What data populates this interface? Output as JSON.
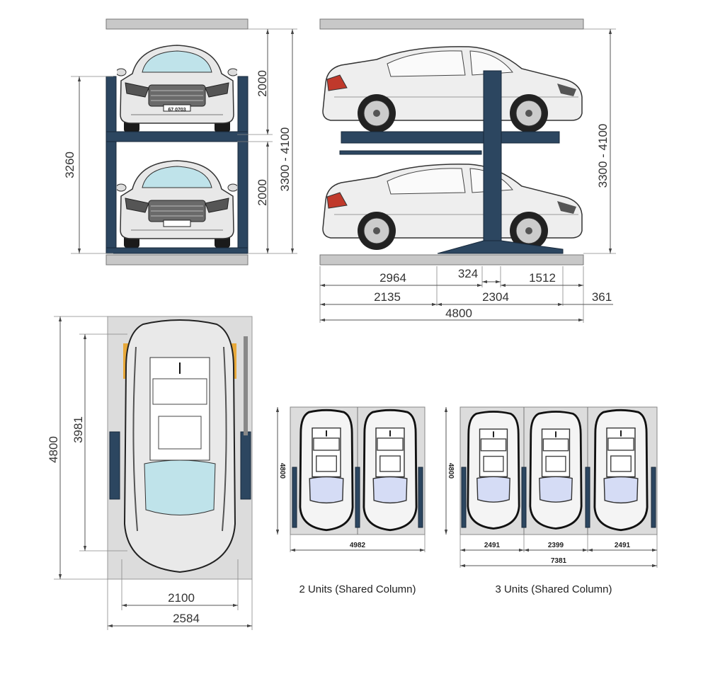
{
  "front_view": {
    "dim_total_height": "3260",
    "dim_upper_clearance": "2000",
    "dim_lower_clearance": "2000",
    "dim_ceiling_range": "3300 - 4100",
    "plate_text": "67 0703"
  },
  "side_view": {
    "dim_ceiling_range": "3300 - 4100",
    "row1": [
      "2964",
      "324",
      "1512"
    ],
    "row2": [
      "2135",
      "2304",
      "361"
    ],
    "dim_total_length": "4800"
  },
  "top_view": {
    "dim_total_length": "4800",
    "dim_inner_length": "3981",
    "dim_inner_width": "2100",
    "dim_total_width": "2584"
  },
  "two_units": {
    "dim_length": "4800",
    "dim_width": "4982",
    "caption": "2 Units (Shared Column)"
  },
  "three_units": {
    "dim_length": "4800",
    "dim_widths": [
      "2491",
      "2399",
      "2491"
    ],
    "dim_total_width": "7381",
    "caption": "3 Units (Shared Column)"
  },
  "colors": {
    "post": "#2c4660",
    "slab": "#c8c8c8",
    "glass": "#bfe3ea",
    "glass_top": "#d5dcf5",
    "accent_yellow": "#e8a93a"
  }
}
